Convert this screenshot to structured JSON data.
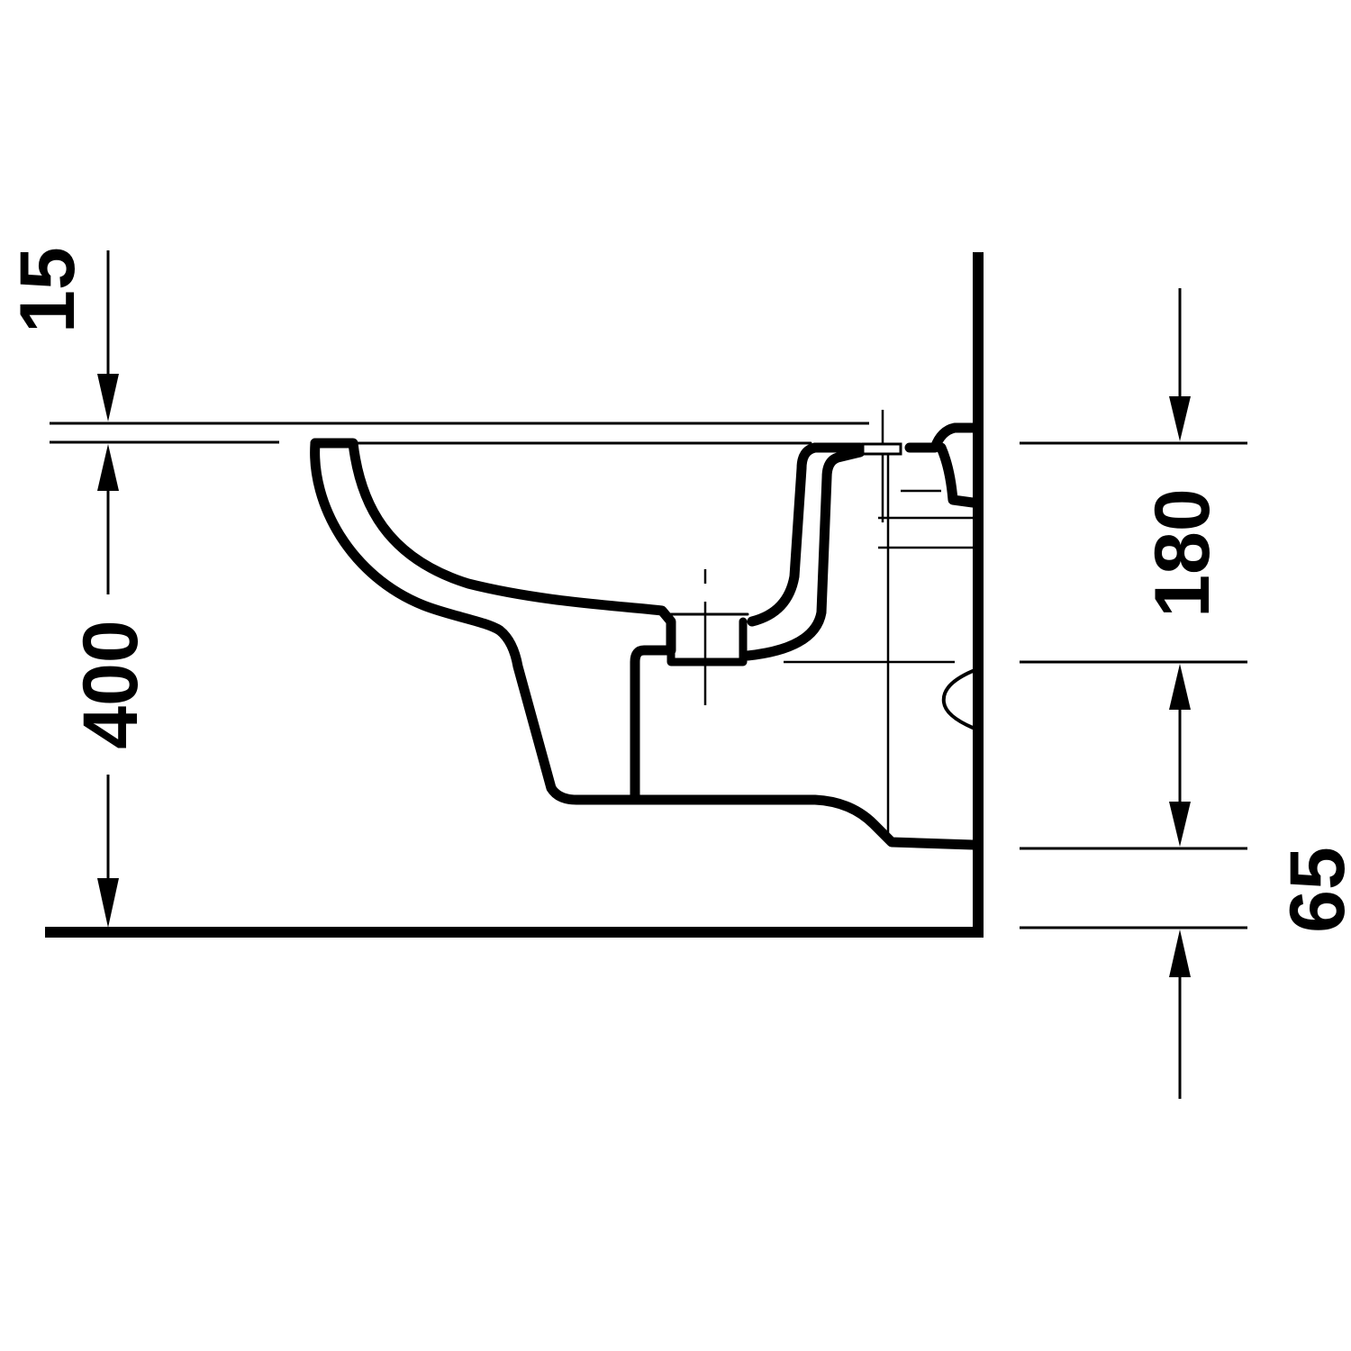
{
  "drawing": {
    "subject": "Wall-hung toilet side elevation",
    "line_color": "#000000",
    "background": "#ffffff"
  },
  "dimensions": {
    "rim_offset": "15",
    "rim_height": "400",
    "connection_height": "180",
    "outlet_height": "65"
  }
}
